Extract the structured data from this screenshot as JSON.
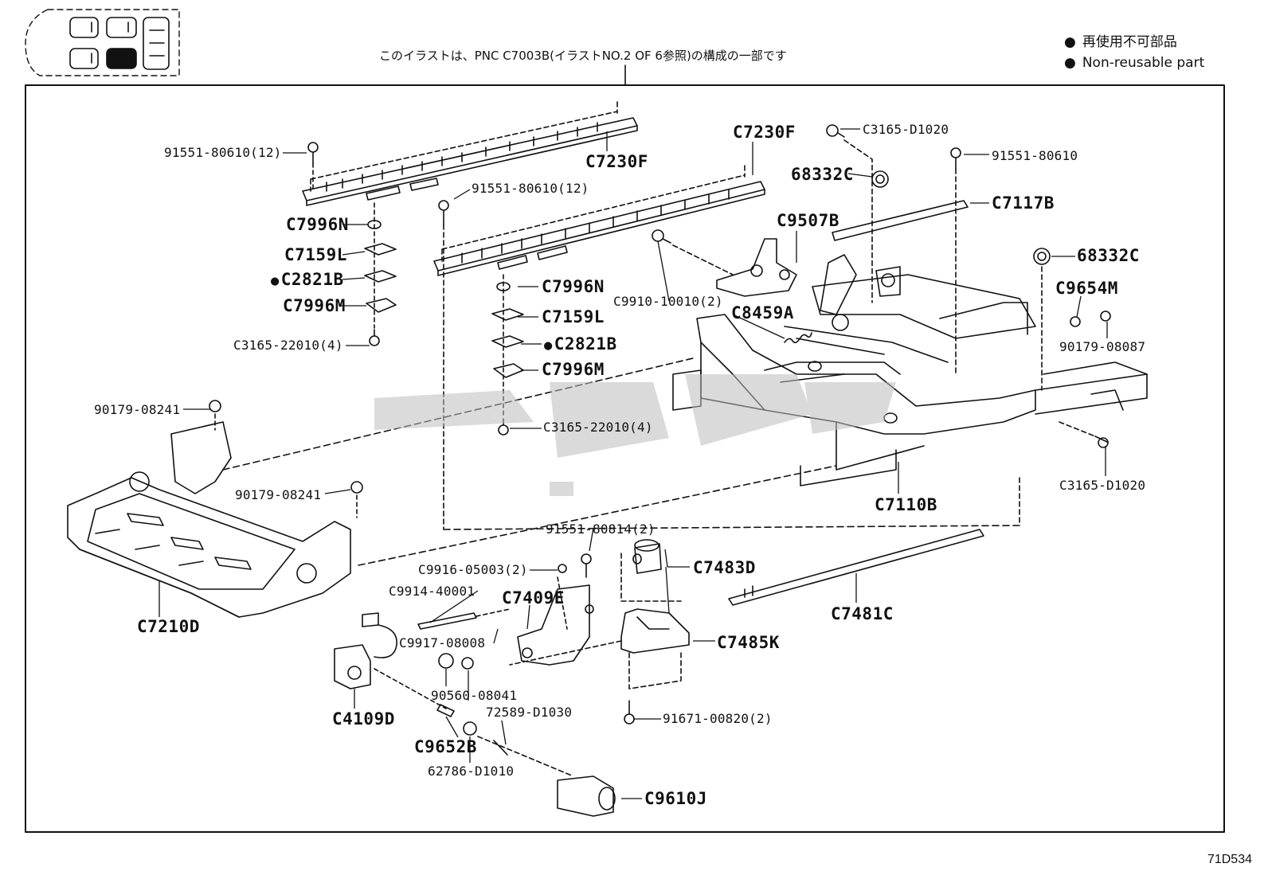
{
  "caption": "このイラストは、PNC C7003B(イラストNO.2 OF 6参照)の構成の一部です",
  "legend": {
    "jp": "再使用不可部品",
    "en": "Non-reusable part"
  },
  "illustration_code": "71D534",
  "seat_icon": {
    "highlight": "#111111"
  },
  "parts": [
    {
      "id": "p1",
      "label": "91551-80610(12)"
    },
    {
      "id": "p2",
      "label": "C7230F"
    },
    {
      "id": "p3",
      "label": "C7230F"
    },
    {
      "id": "p4",
      "label": "91551-80610(12)"
    },
    {
      "id": "p5",
      "label": "C7996N"
    },
    {
      "id": "p6",
      "label": "C7159L"
    },
    {
      "id": "p7",
      "label": "C2821B",
      "nonreusable": true
    },
    {
      "id": "p8",
      "label": "C7996M"
    },
    {
      "id": "p9",
      "label": "C3165-22010(4)"
    },
    {
      "id": "p10",
      "label": "C7996N"
    },
    {
      "id": "p11",
      "label": "C7159L"
    },
    {
      "id": "p12",
      "label": "C2821B",
      "nonreusable": true
    },
    {
      "id": "p13",
      "label": "C7996M"
    },
    {
      "id": "p14",
      "label": "C3165-22010(4)"
    },
    {
      "id": "p15",
      "label": "C3165-D1020"
    },
    {
      "id": "p16",
      "label": "68332C"
    },
    {
      "id": "p17",
      "label": "91551-80610"
    },
    {
      "id": "p18",
      "label": "C7117B"
    },
    {
      "id": "p19",
      "label": "C9507B"
    },
    {
      "id": "p20",
      "label": "68332C"
    },
    {
      "id": "p21",
      "label": "C9654M"
    },
    {
      "id": "p22",
      "label": "90179-08087"
    },
    {
      "id": "p23",
      "label": "C9910-10010(2)"
    },
    {
      "id": "p24",
      "label": "C8459A"
    },
    {
      "id": "p25",
      "label": "90179-08241"
    },
    {
      "id": "p26",
      "label": "90179-08241"
    },
    {
      "id": "p27",
      "label": "C3165-D1020"
    },
    {
      "id": "p28",
      "label": "C7110B"
    },
    {
      "id": "p29",
      "label": "C7210D"
    },
    {
      "id": "p30",
      "label": "91551-80814(2)"
    },
    {
      "id": "p31",
      "label": "C9916-05003(2)"
    },
    {
      "id": "p32",
      "label": "C7483D"
    },
    {
      "id": "p33",
      "label": "C9914-40001"
    },
    {
      "id": "p34",
      "label": "C7409E"
    },
    {
      "id": "p35",
      "label": "C7481C"
    },
    {
      "id": "p36",
      "label": "C9917-08008"
    },
    {
      "id": "p37",
      "label": "C7485K"
    },
    {
      "id": "p38",
      "label": "90560-08041"
    },
    {
      "id": "p39",
      "label": "72589-D1030"
    },
    {
      "id": "p40",
      "label": "C4109D"
    },
    {
      "id": "p41",
      "label": "C9652B"
    },
    {
      "id": "p42",
      "label": "62786-D1010"
    },
    {
      "id": "p43",
      "label": "91671-00820(2)"
    },
    {
      "id": "p44",
      "label": "C9610J"
    }
  ]
}
